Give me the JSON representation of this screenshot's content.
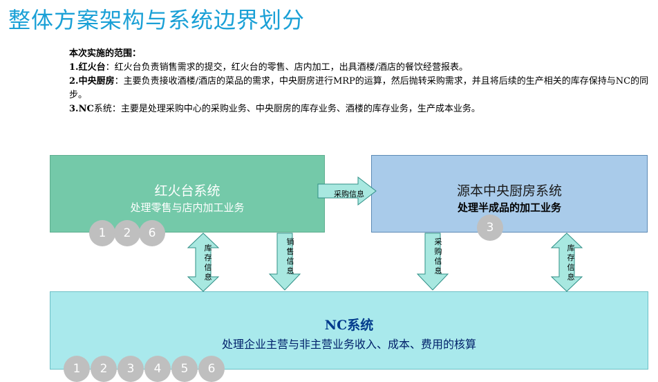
{
  "title": "整体方案架构与系统边界划分",
  "scope": {
    "heading": "本次实施的范围：",
    "items": [
      {
        "lead": "1.红火台",
        "text": "：红火台负责销售需求的提交，红火台的零售、店内加工，出具酒楼/酒店的餐饮经营报表。"
      },
      {
        "lead": "2.中央厨房",
        "text": "：主要负责接收酒楼/酒店的菜品的需求，中央厨房进行MRP的运算，然后抛转采购需求，并且将后续的生产相关的库存保持与NC的同步。"
      },
      {
        "lead": "3.NC",
        "text": "系统：主要是处理采购中心的采购业务、中央厨房的库存业务、酒楼的库存业务，生产成本业务。"
      }
    ]
  },
  "boxes": {
    "red": {
      "title": "红火台系统",
      "subtitle": "处理零售与店内加工业务",
      "color": "#74c9a9",
      "badges": [
        "1",
        "2",
        "6"
      ]
    },
    "kitchen": {
      "title": "源本中央厨房系统",
      "subtitle": "处理半成品的加工业务",
      "color": "#a9cbea",
      "badges": [
        "3"
      ]
    },
    "nc": {
      "title": "NC系统",
      "subtitle": "处理企业主营与非主营业务收入、成本、费用的核算",
      "color": "#a9e9ec",
      "badges": [
        "1",
        "2",
        "3",
        "4",
        "5",
        "6"
      ]
    }
  },
  "flows": {
    "purchase_info_h": "采购信息",
    "inventory_left": "库存信息",
    "sales_info": "销售信息",
    "purchase_info_v": "采购信息",
    "inventory_right": "库存信息",
    "arrow_color": "#a8e8e0",
    "arrow_stroke": "#2f8f86"
  }
}
